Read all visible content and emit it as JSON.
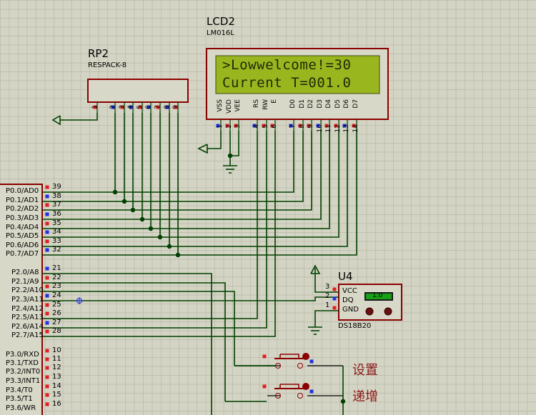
{
  "lcd": {
    "designator": "LCD2",
    "value": "LM016L",
    "line1": ">Lowwelcome!=30",
    "line2": "Current T=001.0",
    "pin_names": [
      "VSS",
      "VDD",
      "VEE",
      "RS",
      "RW",
      "E",
      "D0",
      "D1",
      "D2",
      "D3",
      "D4",
      "D5",
      "D6",
      "D7"
    ],
    "pin_numbers": [
      "1",
      "2",
      "3",
      "4",
      "5",
      "6",
      "7",
      "8",
      "9",
      "10",
      "11",
      "12",
      "13",
      "14"
    ]
  },
  "rp": {
    "designator": "RP2",
    "value": "RESPACK-8",
    "pin_numbers": [
      "1",
      "2",
      "3",
      "4",
      "5",
      "6",
      "7",
      "8",
      "9"
    ]
  },
  "mcu": {
    "p0": [
      {
        "name": "P0.0/AD0",
        "num": "39"
      },
      {
        "name": "P0.1/AD1",
        "num": "38"
      },
      {
        "name": "P0.2/AD2",
        "num": "37"
      },
      {
        "name": "P0.3/AD3",
        "num": "36"
      },
      {
        "name": "P0.4/AD4",
        "num": "35"
      },
      {
        "name": "P0.5/AD5",
        "num": "34"
      },
      {
        "name": "P0.6/AD6",
        "num": "33"
      },
      {
        "name": "P0.7/AD7",
        "num": "32"
      }
    ],
    "p2": [
      {
        "name": "P2.0/A8",
        "num": "21"
      },
      {
        "name": "P2.1/A9",
        "num": "22"
      },
      {
        "name": "P2.2/A10",
        "num": "23"
      },
      {
        "name": "P2.3/A11",
        "num": "24"
      },
      {
        "name": "P2.4/A12",
        "num": "25"
      },
      {
        "name": "P2.5/A13",
        "num": "26"
      },
      {
        "name": "P2.6/A14",
        "num": "27"
      },
      {
        "name": "P2.7/A15",
        "num": "28"
      }
    ],
    "p3": [
      {
        "name": "P3.0/RXD",
        "num": "10"
      },
      {
        "name": "P3.1/TXD",
        "num": "11"
      },
      {
        "name": "P3.2/INT0",
        "num": "12"
      },
      {
        "name": "P3.3/INT1",
        "num": "13"
      },
      {
        "name": "P3.4/T0",
        "num": "14"
      },
      {
        "name": "P3.5/T1",
        "num": "15"
      },
      {
        "name": "P3.6/WR",
        "num": "16"
      }
    ]
  },
  "sensor": {
    "designator": "U4",
    "value": "DS18B20",
    "readout": "1.0",
    "pins": [
      {
        "name": "VCC",
        "num": "3"
      },
      {
        "name": "DQ",
        "num": "2"
      },
      {
        "name": "GND",
        "num": "1"
      }
    ]
  },
  "buttons": [
    {
      "label": "设置"
    },
    {
      "label": "递增"
    }
  ],
  "colors": {
    "wire": "#004000",
    "component_outline": "#8b0000",
    "lcd_screen": "#9ab61f",
    "sensor_display": "#19a019",
    "pin_red": "#e02020",
    "pin_blue": "#2030e0",
    "grid_bg": "#d4d4c4"
  }
}
